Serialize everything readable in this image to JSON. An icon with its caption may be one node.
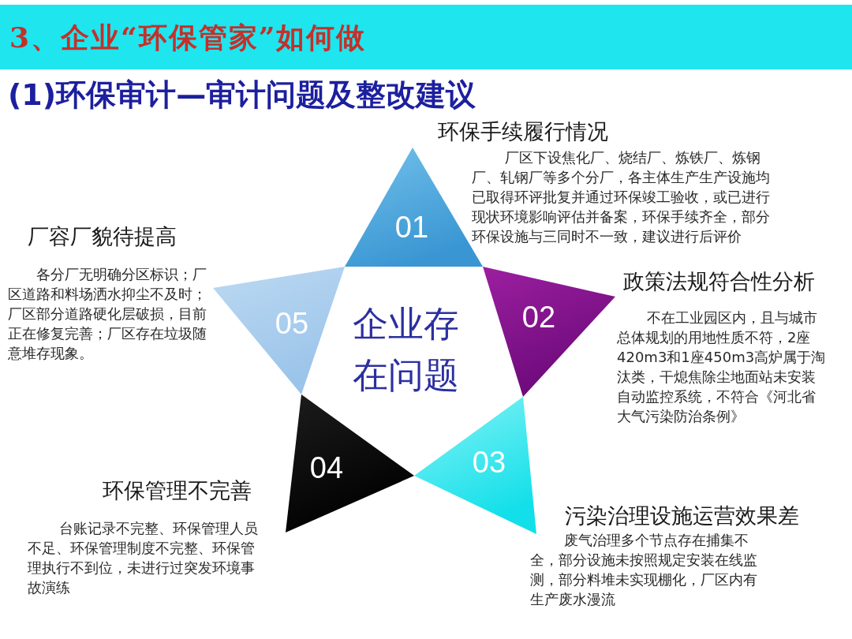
{
  "diagram": {
    "title": "3、企业“环保管家”如何做",
    "nodes": [
      {
        "text": [
          "企业存在问题"
        ]
      },
      {
        "text": [
          "01"
        ],
        "beside": [
          "环保手续履行情况",
          "厂区下设焦化厂、烧结厂、炼铁厂、炼钢厂、轧钢厂等多个分厂，各主体生产生产设施均已取得环评批复并通过环保竣工验收，或已进行现状环境影响评估并备案，环保手续齐全，部分环保设施与三同时不一致，建议进行后评价"
        ]
      },
      {
        "text": [
          "02"
        ],
        "beside": [
          "政策法规符合性分析",
          "不在工业园区内，且与城市总体规划的用地性质不符，2座420m3和1座450m3高炉属于淘汰类，干熄焦除尘地面站未安装自动监控系统，不符合《河北省大气污染防治条例》"
        ]
      },
      {
        "text": [
          "03"
        ],
        "beside": [
          "污染治理设施运营效果差",
          "废气治理多个节点存在捕集不全，部分设施未按照规定安装在线监测，部分料堆未实现棚化，厂区内有生产废水漫流"
        ]
      },
      {
        "text": [
          "04"
        ],
        "beside": [
          "环保管理不完善",
          "台账记录不完整、环保管理人员不足、环保管理制度不完整、环保管理执行不到位，未进行过突发环境事故演练"
        ]
      },
      {
        "text": [
          "05"
        ],
        "beside": [
          "厂容厂貌待提高",
          "各分厂无明确分区标识；厂区道路和料场洒水抑尘不及时；厂区部分道路硬化层破损，目前正在修复完善；厂区存在垃圾随意堆存现象。"
        ]
      }
    ],
    "labels": [
      "(1)环保审计—审计问题及整改建议"
    ]
  }
}
